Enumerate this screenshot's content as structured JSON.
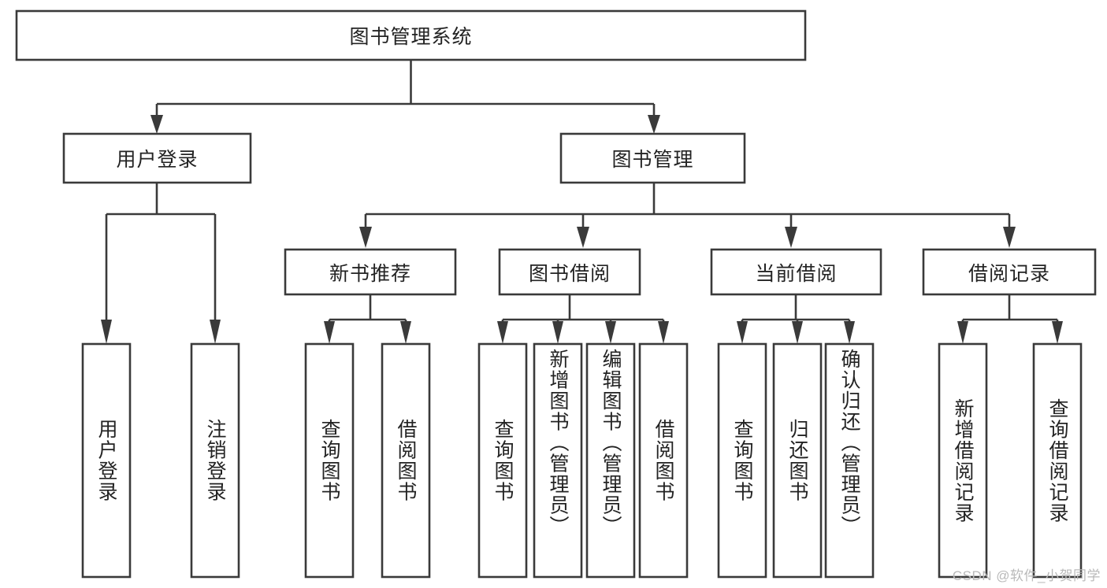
{
  "diagram": {
    "title": "图书管理系统",
    "type": "tree-hierarchy",
    "root": {
      "label": "图书管理系统"
    },
    "level2": [
      {
        "label": "用户登录"
      },
      {
        "label": "图书管理"
      }
    ],
    "level3": [
      {
        "label": "新书推荐"
      },
      {
        "label": "图书借阅"
      },
      {
        "label": "当前借阅"
      },
      {
        "label": "借阅记录"
      }
    ],
    "leaves": {
      "user_login": [
        {
          "label": "用户登录"
        },
        {
          "label": "注销登录"
        }
      ],
      "new_book_recommend": [
        {
          "label": "查询图书"
        },
        {
          "label": "借阅图书"
        }
      ],
      "book_borrow": [
        {
          "label": "查询图书"
        },
        {
          "label": "新增图书（管理员）"
        },
        {
          "label": "编辑图书（管理员）"
        },
        {
          "label": "借阅图书"
        }
      ],
      "current_borrow": [
        {
          "label": "查询图书"
        },
        {
          "label": "归还图书"
        },
        {
          "label": "确认归还（管理员）"
        }
      ],
      "borrow_record": [
        {
          "label": "新增借阅记录"
        },
        {
          "label": "查询借阅记录"
        }
      ]
    }
  },
  "watermark": {
    "text": "CSDN @软件_小贺同学"
  },
  "colors": {
    "stroke": "#3a3a3a",
    "box_fill": "#ffffff",
    "text": "#232323",
    "background": "#ffffff",
    "watermark": "#b9b9b9"
  }
}
